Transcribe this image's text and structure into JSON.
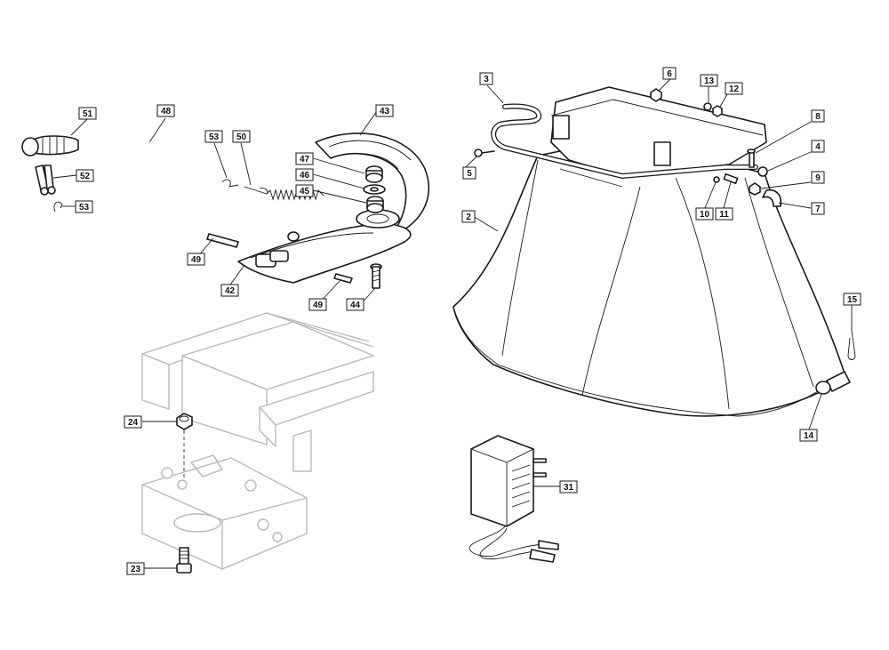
{
  "diagram": {
    "colors": {
      "line": "#1a1a1a",
      "ghost": "#b9b9b9",
      "background": "#ffffff"
    },
    "callouts": [
      "51",
      "48",
      "52",
      "53",
      "53",
      "50",
      "43",
      "47",
      "46",
      "45",
      "49",
      "42",
      "49",
      "44",
      "24",
      "23",
      "3",
      "6",
      "13",
      "12",
      "8",
      "4",
      "5",
      "9",
      "7",
      "10",
      "11",
      "2",
      "15",
      "14",
      "31"
    ]
  }
}
